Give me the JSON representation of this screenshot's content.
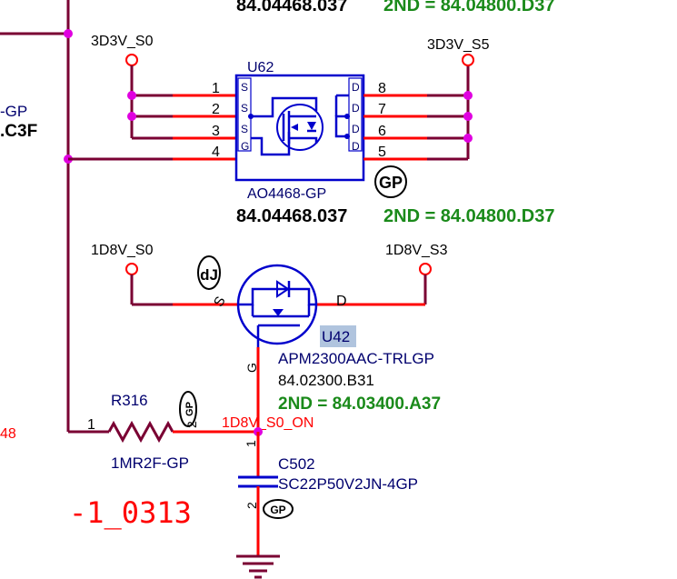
{
  "top_partial_text": "84.04468.037",
  "top_partial_2nd": "2ND = 84.04800.D37",
  "left_partial_gp": "-GP",
  "left_partial_c3f": ".C3F",
  "left_partial_48": "48",
  "u62": {
    "ref": "U62",
    "part": "AO4468-GP",
    "pn": "84.04468.037",
    "second": "2ND = 84.04800.D37",
    "gp_badge": "GP",
    "pin_nums_left": [
      "1",
      "2",
      "3",
      "4"
    ],
    "pin_nums_right": [
      "8",
      "7",
      "6",
      "5"
    ],
    "pin_names_left": [
      "S",
      "S",
      "S",
      "G"
    ],
    "pin_names_right": [
      "D",
      "D",
      "D",
      "D"
    ],
    "net_left": "3D3V_S0",
    "net_right": "3D3V_S5"
  },
  "u42": {
    "ref": "U42",
    "part": "APM2300AAC-TRLGP",
    "pn": "84.02300.B31",
    "second": "2ND = 84.03400.A37",
    "dj_badge": "dJ",
    "pin_s": "S",
    "pin_d": "D",
    "pin_g": "G",
    "net_left": "1D8V_S0",
    "net_right": "1D8V_S3"
  },
  "r316": {
    "ref": "R316",
    "part": "1MR2F-GP",
    "pin1": "1",
    "pin2": "2",
    "gp_badge": "GP"
  },
  "net_on": "1D8V_S0_ON",
  "c502": {
    "ref": "C502",
    "part": "SC22P50V2JN-4GP",
    "pin1": "1",
    "pin2": "2",
    "gp_badge": "GP"
  },
  "rev_label": "-1_0313",
  "colors": {
    "wire": "#ff0000",
    "wire_dark": "#7a0033",
    "component": "#0000cc",
    "junction": "#e000e0",
    "second_source": "#1a8a1a",
    "highlight": "#b0c4de"
  }
}
